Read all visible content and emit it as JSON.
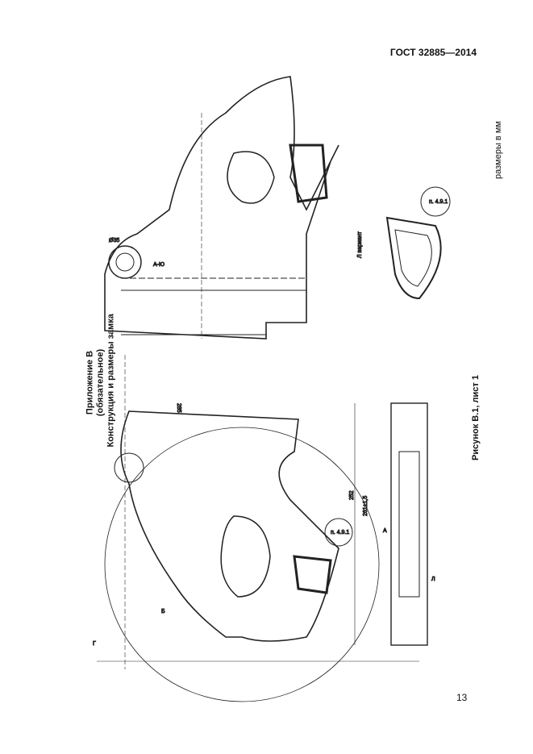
{
  "header": {
    "standard": "ГОСТ 32885—2014"
  },
  "title": {
    "line1": "Приложение В",
    "line2": "(обязательное)",
    "line3": "Конструкция и размеры замка"
  },
  "units_note": "размеры в мм",
  "figure": {
    "caption": "Рисунок В.1, лист 1",
    "labels": {
      "variant": "Л вариант",
      "ref1": "п. 4.9.1",
      "ref2": "п. 4.9.1",
      "view_a": "А",
      "view_b": "Б",
      "view_g": "Г",
      "view_l": "Л",
      "section": "А-Ю",
      "dia35": "Ø35",
      "dim252": "252",
      "dim261": "261±1,5",
      "dim285": "285"
    }
  },
  "page_number": "13"
}
